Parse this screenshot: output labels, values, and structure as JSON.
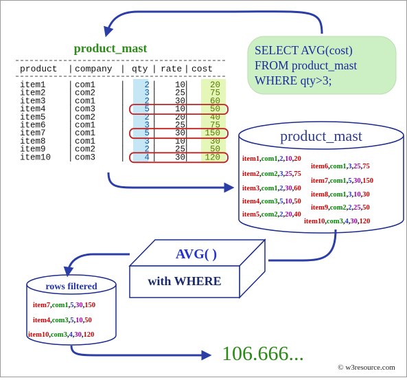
{
  "table": {
    "title": "product_mast",
    "columns": [
      "product",
      "company",
      "qty",
      "rate",
      "cost"
    ],
    "rows": [
      [
        "item1",
        "com1",
        "2",
        "10",
        "20"
      ],
      [
        "item2",
        "com2",
        "3",
        "25",
        "75"
      ],
      [
        "item3",
        "com1",
        "2",
        "30",
        "60"
      ],
      [
        "item4",
        "com3",
        "5",
        "10",
        "50"
      ],
      [
        "item5",
        "com2",
        "2",
        "20",
        "40"
      ],
      [
        "item6",
        "com1",
        "3",
        "25",
        "75"
      ],
      [
        "item7",
        "com1",
        "5",
        "30",
        "150"
      ],
      [
        "item8",
        "com1",
        "3",
        "10",
        "30"
      ],
      [
        "item9",
        "com2",
        "2",
        "25",
        "50"
      ],
      [
        "item10",
        "com3",
        "4",
        "30",
        "120"
      ]
    ],
    "highlighted_rows": [
      3,
      6,
      9
    ]
  },
  "query": {
    "lines": [
      "SELECT AVG(cost)",
      "FROM product_mast",
      "WHERE qty>3;"
    ]
  },
  "db_cylinder": {
    "title": "product_mast",
    "records": [
      [
        "item1",
        "com1",
        "2",
        "10",
        "20"
      ],
      [
        "item6",
        "com1",
        "3",
        "25",
        "75"
      ],
      [
        "item2",
        "com2",
        "3",
        "25",
        "75"
      ],
      [
        "item7",
        "com1",
        "5",
        "30",
        "150"
      ],
      [
        "item3",
        "com1",
        "2",
        "30",
        "60"
      ],
      [
        "item8",
        "com1",
        "3",
        "10",
        "30"
      ],
      [
        "item4",
        "com3",
        "5",
        "10",
        "50"
      ],
      [
        "item9",
        "com2",
        "2",
        "25",
        "50"
      ],
      [
        "item5",
        "com2",
        "2",
        "20",
        "40"
      ],
      [
        "item10",
        "com3",
        "4",
        "30",
        "120"
      ]
    ]
  },
  "function_box": {
    "label": "AVG( )",
    "sublabel": "with WHERE"
  },
  "filtered_cylinder": {
    "title": "rows filtered",
    "records": [
      [
        "item7",
        "com1",
        "5",
        "30",
        "150"
      ],
      [
        "item4",
        "com3",
        "5",
        "10",
        "50"
      ],
      [
        "item10",
        "com3",
        "4",
        "30",
        "120"
      ]
    ]
  },
  "result": "106.666...",
  "watermark": "© w3resource.com",
  "colors": {
    "title_green": "#2e8b1a",
    "query_bg": "#ccf0c4",
    "arrow_blue": "#2b3ea6",
    "highlight_red": "#c02020",
    "qty_col_bg": "#c4e6f5",
    "cost_col_bg": "#e4f7b8",
    "field_red": "#cc0000",
    "field_green": "#008800",
    "field_blue": "#2233cc",
    "field_purple": "#9900aa",
    "result_green": "#2a8a17"
  }
}
